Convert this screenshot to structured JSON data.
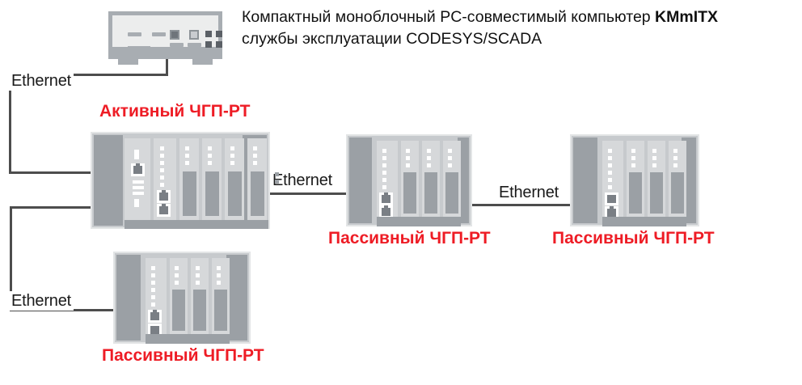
{
  "header": {
    "line1_prefix": "Компактный моноблочный PC-совместимый компьютер ",
    "line1_bold": "KMmITX",
    "line2": "службы эксплуатации CODESYS/SCADA"
  },
  "devices": {
    "pc": {
      "name": "KMmITX",
      "type": "compact-pc"
    },
    "active_plc": {
      "caption": "Активный ЧГП-РТ"
    },
    "passive_plc_1": {
      "caption": "Пассивный ЧГП-РТ"
    },
    "passive_plc_2": {
      "caption": "Пассивный ЧГП-РТ"
    },
    "passive_plc_3": {
      "caption": "Пассивный ЧГП-РТ"
    }
  },
  "links": {
    "pc_to_active": "Ethernet",
    "active_to_passive1": "Ethernet",
    "passive1_to_passive2": "Ethernet",
    "active_to_passive3": "Ethernet"
  },
  "colors": {
    "accent_red": "#ee1c25",
    "line_gray": "#4d4d4d",
    "rack_body": "#c7cacd",
    "rack_side": "#9ba0a5",
    "module_face": "#9ba0a5",
    "pc_body": "#eceded",
    "pc_frame": "#a8adb2",
    "text_black": "#111111",
    "background": "#ffffff"
  }
}
